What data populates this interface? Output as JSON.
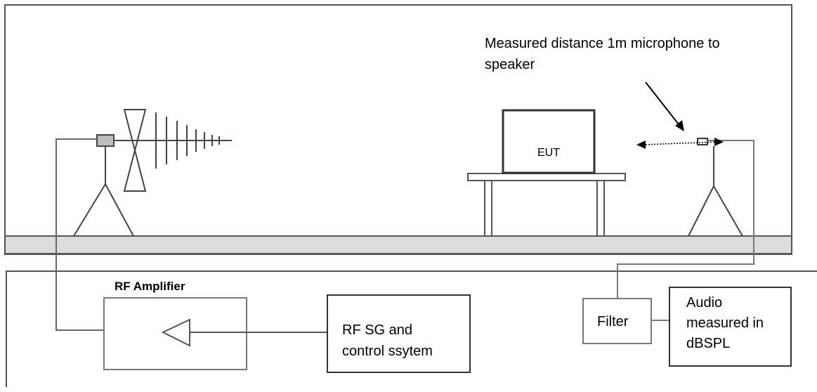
{
  "chamber": {
    "eut_label": "EUT",
    "distance_note_line1": "Measured distance 1m microphone to",
    "distance_note_line2": "speaker"
  },
  "control_room": {
    "rf_amplifier_label": "RF Amplifier",
    "rf_sg_line1": "RF SG and",
    "rf_sg_line2": "control ssytem",
    "filter_label": "Filter",
    "audio_line1": "Audio",
    "audio_line2": "measured in",
    "audio_line3": "dBSPL"
  }
}
